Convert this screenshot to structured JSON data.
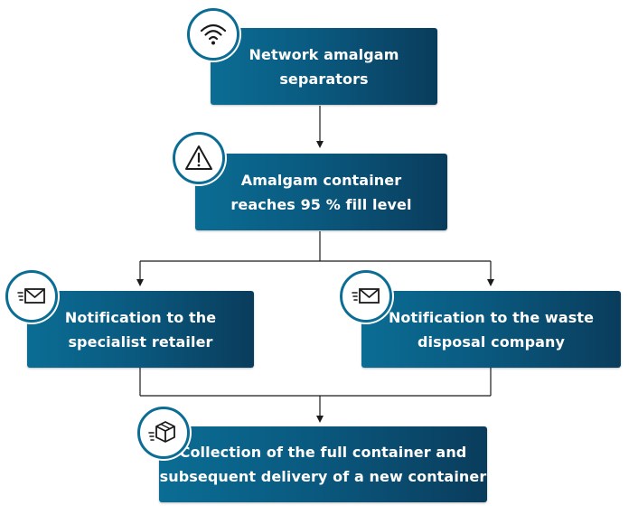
{
  "nodes": {
    "network": {
      "label": "Network amalgam\nseparators",
      "icon": "wifi-icon"
    },
    "fill_level": {
      "label": "Amalgam container\nreaches 95 % fill level",
      "icon": "warning-triangle-icon"
    },
    "retailer": {
      "label": "Notification to the\nspecialist retailer",
      "icon": "email-send-icon"
    },
    "waste": {
      "label": "Notification to the waste\ndisposal company",
      "icon": "email-send-icon"
    },
    "collection": {
      "label": "Collection of the full container and\nsubsequent delivery of a new container",
      "icon": "package-delivery-icon"
    }
  },
  "colors": {
    "box_start": "#0b6d94",
    "box_end": "#0a3c5c",
    "badge_border": "#0b6d94",
    "text": "#ffffff",
    "connector": "#1a1a1a"
  }
}
